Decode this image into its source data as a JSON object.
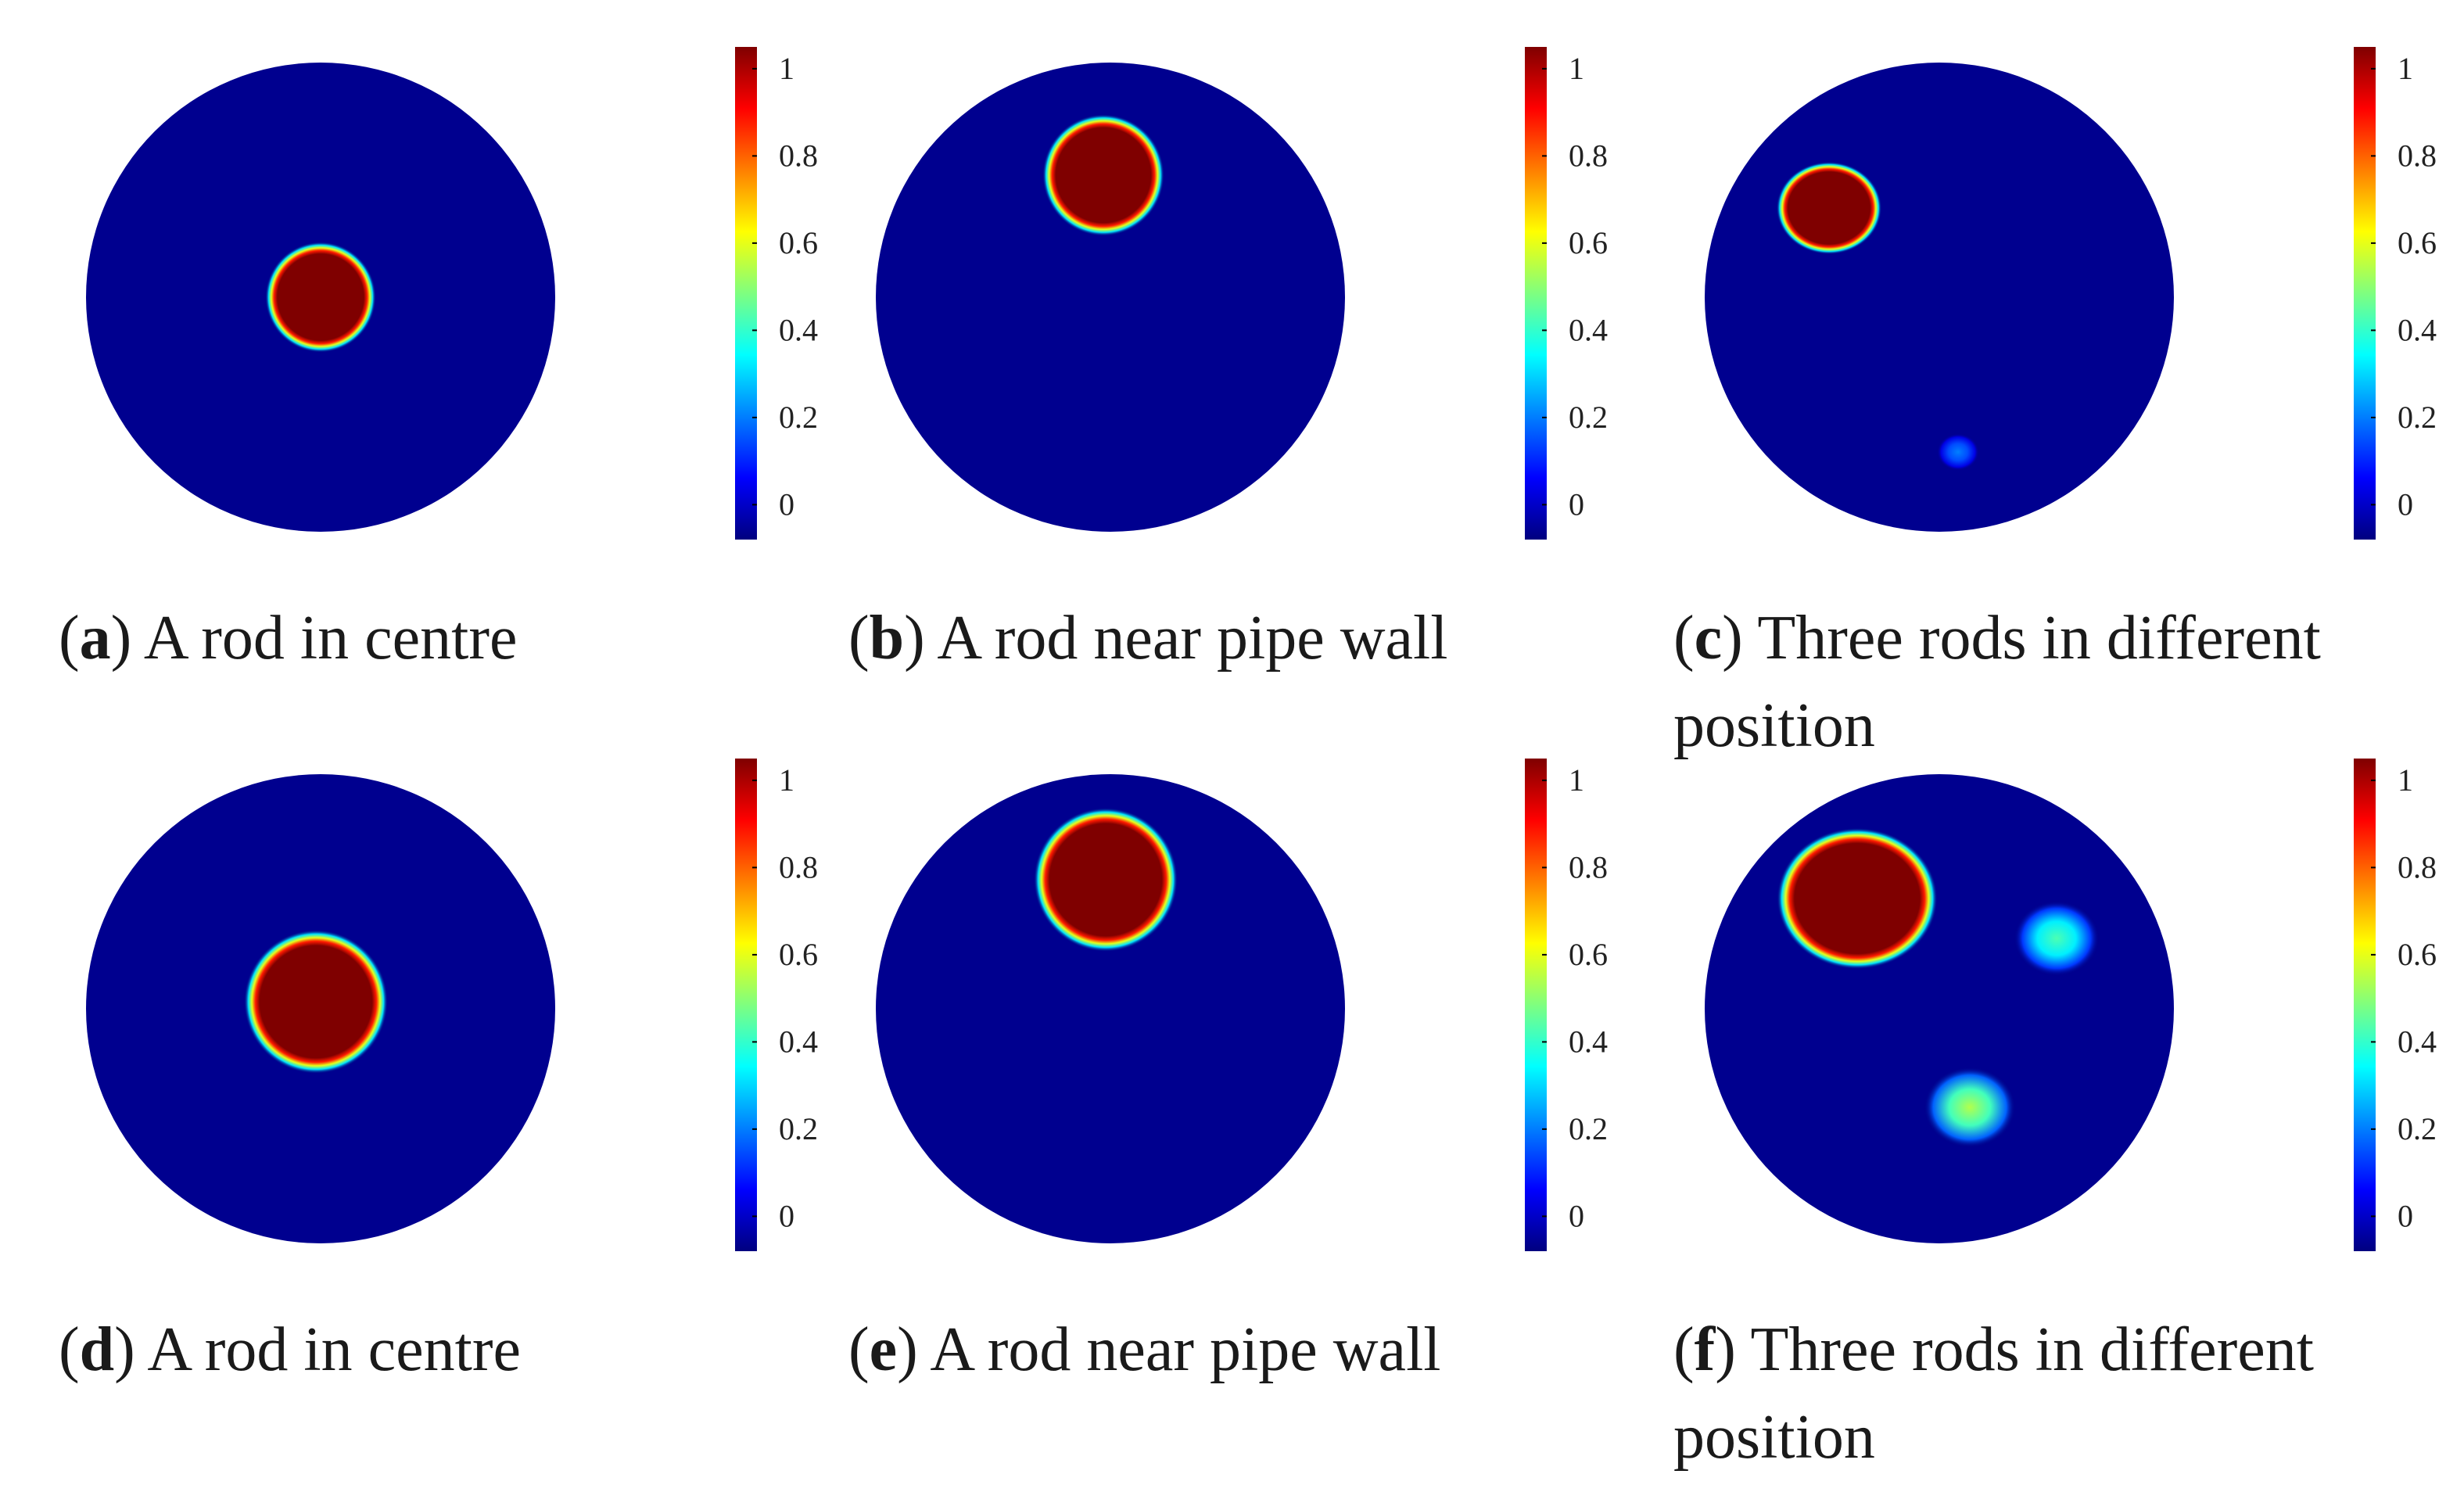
{
  "colormap": {
    "name": "jet",
    "stops": [
      "#00007f",
      "#0000ff",
      "#007fff",
      "#00ffff",
      "#7fff7f",
      "#ffff00",
      "#ff7f00",
      "#ff0000",
      "#7f0000"
    ],
    "background": "#00008f"
  },
  "chart_data": [
    {
      "type": "heatmap",
      "caption_letter": "a",
      "caption_text": "A rod in centre",
      "colorbar": {
        "ticks": [
          "0",
          "0.2",
          "0.4",
          "0.6",
          "0.8",
          "1"
        ],
        "range": [
          -0.08,
          1.05
        ]
      },
      "inclusions": [
        {
          "cx": 0.0,
          "cy": 0.0,
          "r": 0.2,
          "value": 1.0
        }
      ]
    },
    {
      "type": "heatmap",
      "caption_letter": "b",
      "caption_text": "A rod near pipe wall",
      "colorbar": {
        "ticks": [
          "0",
          "0.2",
          "0.4",
          "0.6",
          "0.8",
          "1"
        ],
        "range": [
          -0.08,
          1.05
        ]
      },
      "inclusions": [
        {
          "cx": -0.03,
          "cy": 0.52,
          "r": 0.22,
          "value": 1.0
        }
      ]
    },
    {
      "type": "heatmap",
      "caption_letter": "c",
      "caption_text": "Three rods in different position",
      "colorbar": {
        "ticks": [
          "0",
          "0.2",
          "0.4",
          "0.6",
          "0.8",
          "1"
        ],
        "range": [
          -0.08,
          1.05
        ]
      },
      "inclusions": [
        {
          "cx": -0.47,
          "cy": 0.38,
          "r": 0.19,
          "value": 1.0
        },
        {
          "cx": 0.08,
          "cy": -0.66,
          "r": 0.07,
          "value": 0.25
        }
      ]
    },
    {
      "type": "heatmap",
      "caption_letter": "d",
      "caption_text": "A rod in centre",
      "colorbar": {
        "ticks": [
          "0",
          "0.2",
          "0.4",
          "0.6",
          "0.8",
          "1"
        ],
        "range": [
          -0.08,
          1.05
        ]
      },
      "inclusions": [
        {
          "cx": -0.02,
          "cy": 0.03,
          "r": 0.26,
          "value": 1.0
        }
      ]
    },
    {
      "type": "heatmap",
      "caption_letter": "e",
      "caption_text": "A rod near pipe wall",
      "colorbar": {
        "ticks": [
          "0",
          "0.2",
          "0.4",
          "0.6",
          "0.8",
          "1"
        ],
        "range": [
          -0.08,
          1.05
        ]
      },
      "inclusions": [
        {
          "cx": -0.02,
          "cy": 0.55,
          "r": 0.26,
          "value": 1.0
        }
      ]
    },
    {
      "type": "heatmap",
      "caption_letter": "f",
      "caption_text": "Three rods in different position",
      "colorbar": {
        "ticks": [
          "0",
          "0.2",
          "0.4",
          "0.6",
          "0.8",
          "1"
        ],
        "range": [
          -0.08,
          1.05
        ]
      },
      "inclusions": [
        {
          "cx": -0.35,
          "cy": 0.47,
          "r": 0.29,
          "value": 1.0
        },
        {
          "cx": 0.5,
          "cy": 0.3,
          "r": 0.14,
          "value": 0.45
        },
        {
          "cx": 0.13,
          "cy": -0.42,
          "r": 0.15,
          "value": 0.55
        }
      ]
    }
  ]
}
